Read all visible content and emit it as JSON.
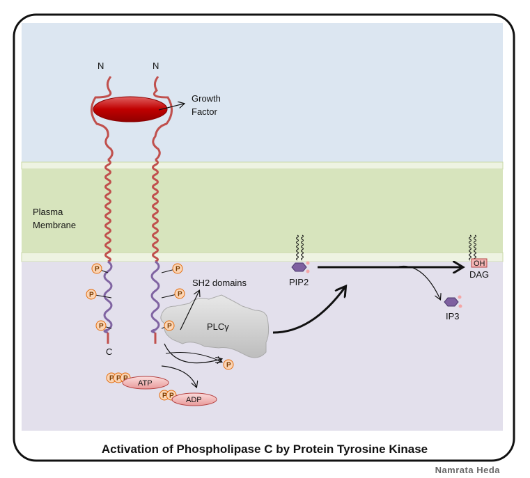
{
  "labels": {
    "n_left": "N",
    "n_right": "N",
    "growth_factor_line1": "Growth",
    "growth_factor_line2": "Factor",
    "plasma_membrane_line1": "Plasma",
    "plasma_membrane_line2": "Membrane",
    "c_terminus": "C",
    "sh2_domains": "SH2 domains",
    "plcg": "PLCγ",
    "pip2": "PIP2",
    "dag": "DAG",
    "oh": "OH",
    "ip3": "IP3",
    "atp": "ATP",
    "adp": "ADP",
    "phosphate": "P"
  },
  "title": "Activation of Phospholipase  C by Protein Tyrosine Kinase",
  "author": "Namrata Heda",
  "colors": {
    "extracellular": "#dce6f1",
    "membrane": "#d7e4bd",
    "cytoplasm": "#e3e0ec",
    "receptor_outside": "#c0504d",
    "receptor_inside": "#8064a2",
    "growth_factor": "#c00000",
    "phosphate_fill": "#fbd5b5",
    "phosphate_stroke": "#e46c0a",
    "atp_fill": "#f2b8b8",
    "plc_fill": "#d0d0d0",
    "ip3_fill": "#7e60a0"
  }
}
